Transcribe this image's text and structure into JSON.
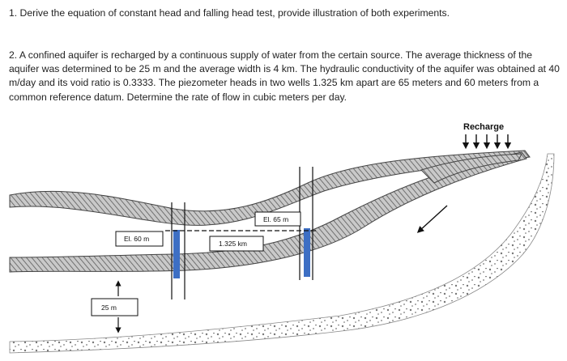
{
  "question1": {
    "text": "1. Derive the equation of constant head and falling head test, provide illustration of both experiments."
  },
  "question2": {
    "text": "2. A confined aquifer is recharged by a continuous supply of water from the certain source. The average thickness of the aquifer was determined to be 25 m and the average width is 4 km. The hydraulic conductivity of the aquifer was obtained at 40 m/day and its void ratio is 0.3333. The piezometer heads in two wells 1.325 km apart are 65 meters and 60 meters from a common reference datum. Determine the rate of flow in cubic meters per day."
  },
  "diagram": {
    "recharge_label": "Recharge",
    "el_left": "El. 60 m",
    "el_right": "El. 65 m",
    "distance": "1.325 km",
    "thickness": "25 m"
  }
}
